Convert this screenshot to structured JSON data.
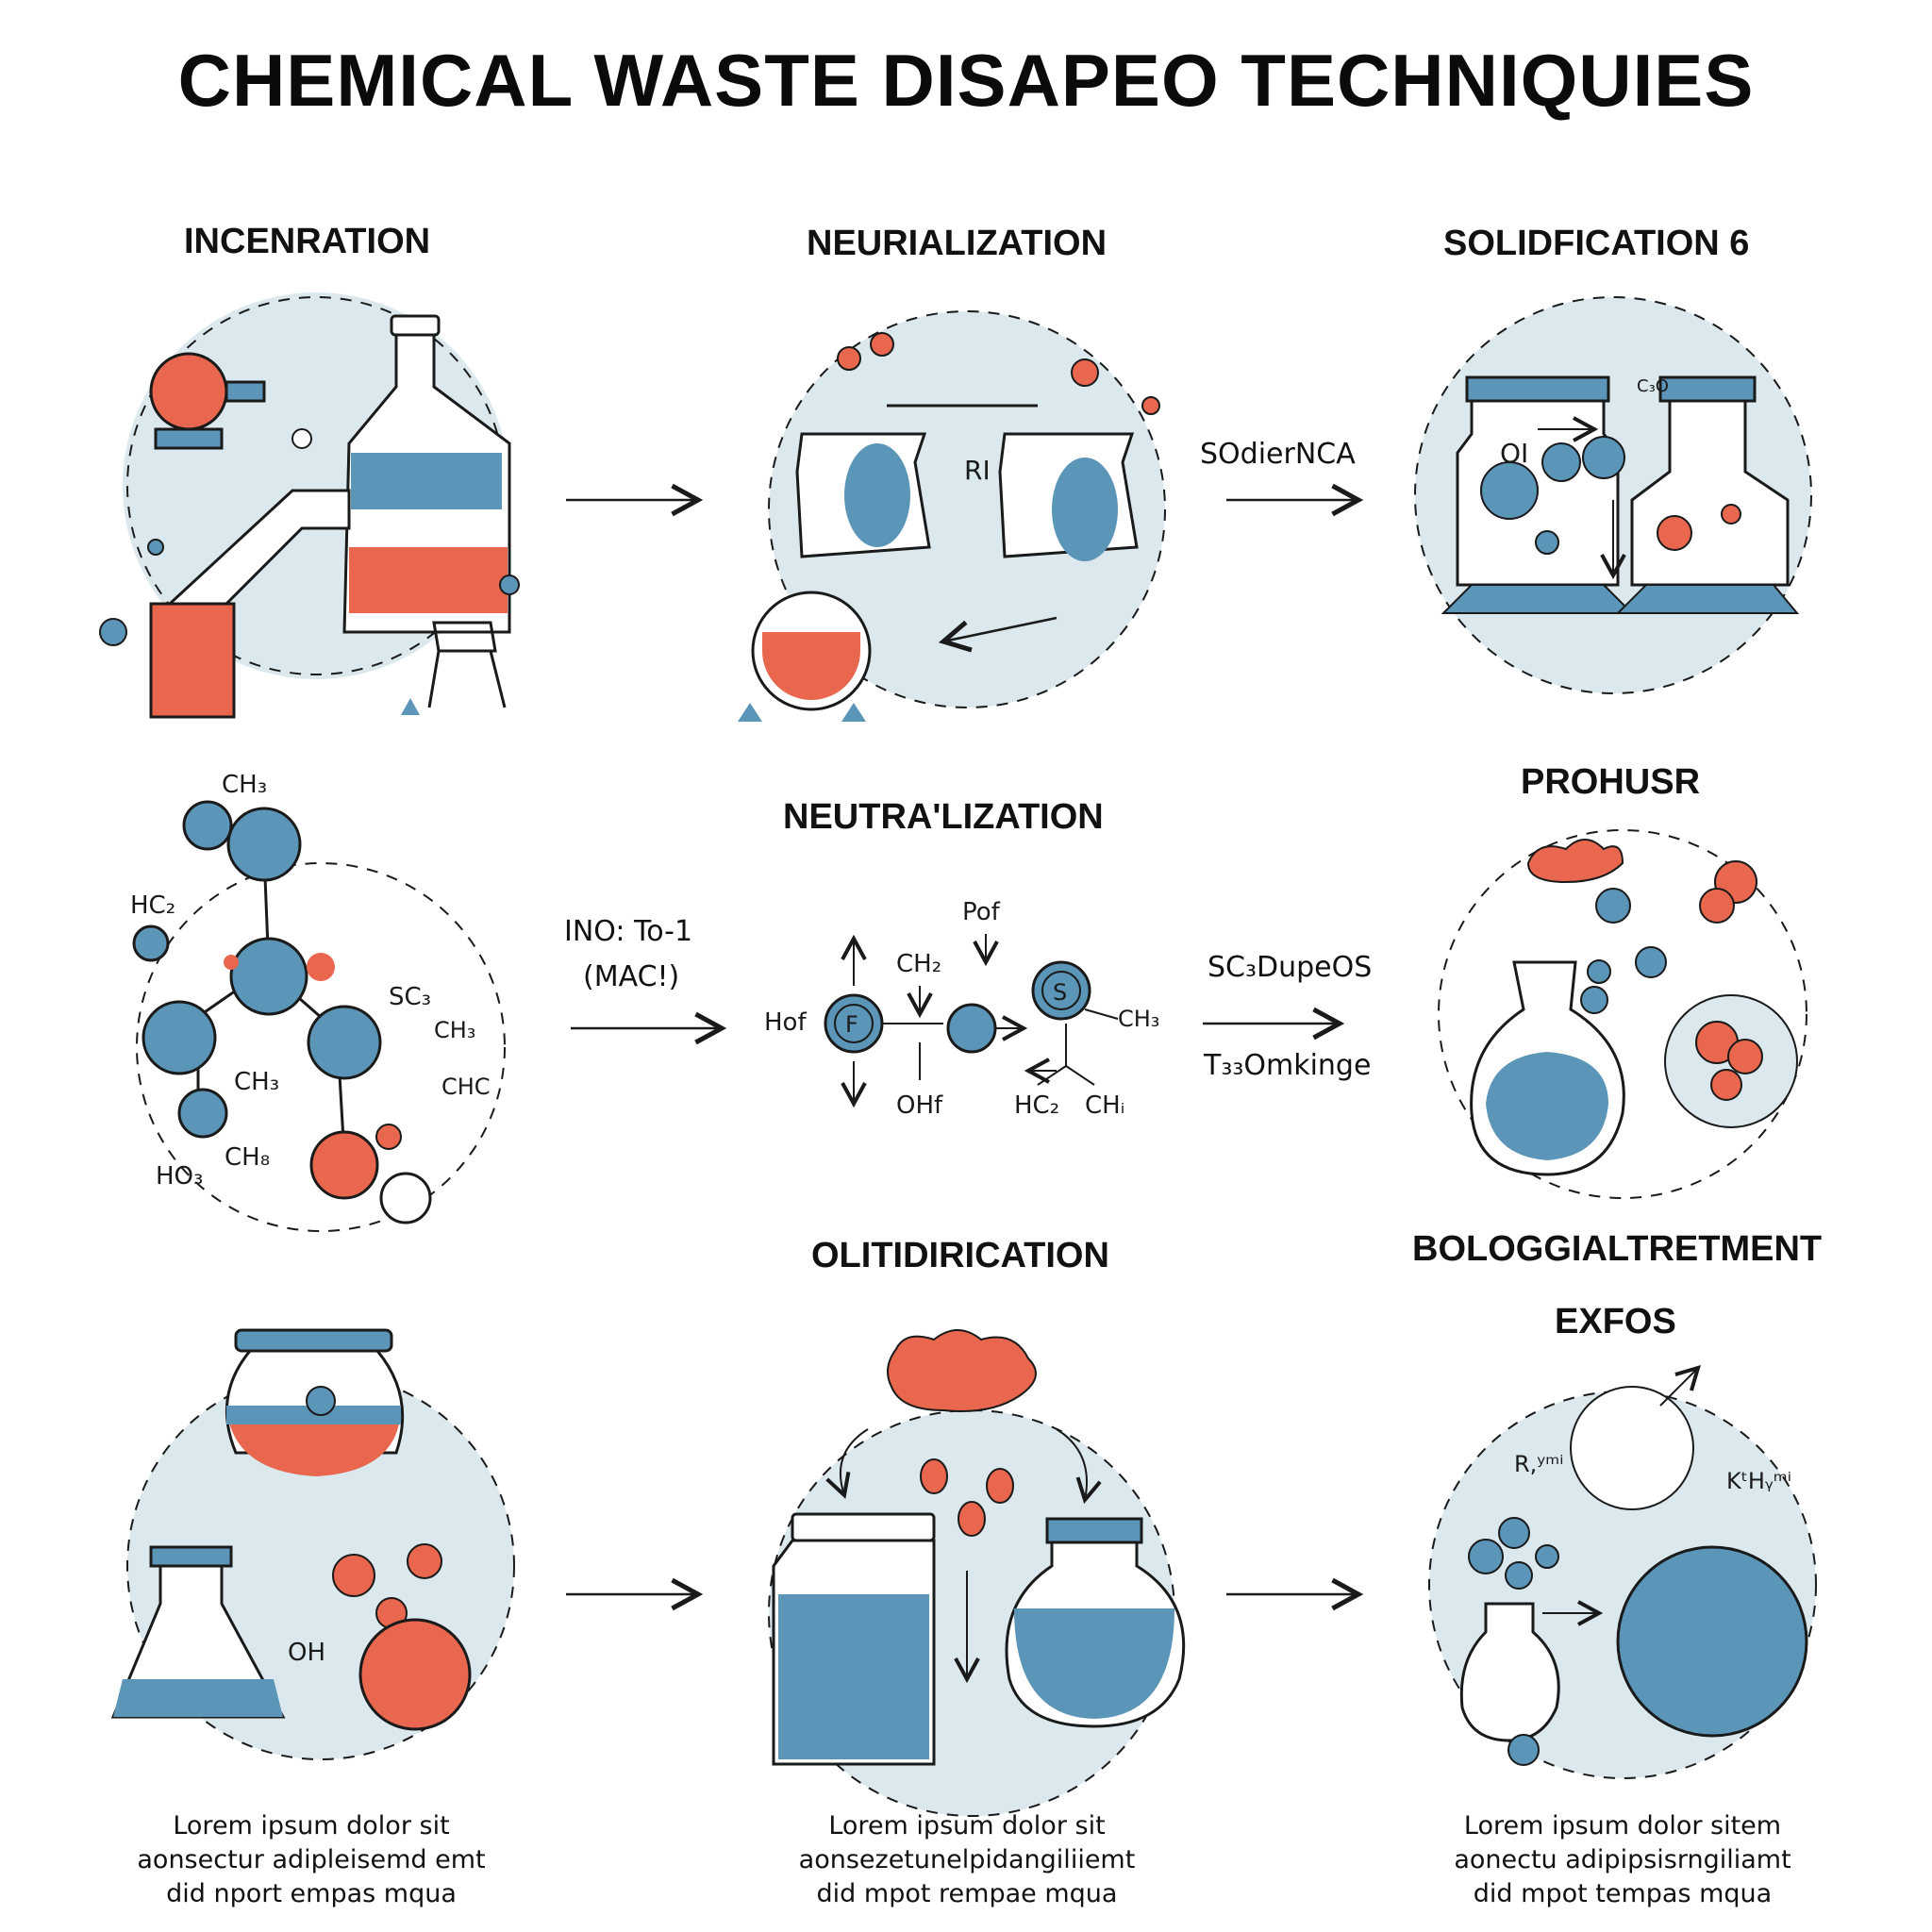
{
  "title": "CHEMICAL WASTE DISAPEO TECHNIQUIES",
  "colors": {
    "accent_blue": "#5b95b8",
    "accent_red": "#e8674e",
    "circle_fill": "#dbe9ee",
    "ink": "#1a1a1a"
  },
  "sections": {
    "incenration": {
      "heading": "INCENRATION"
    },
    "neurialization": {
      "heading": "NEURIALIZATION",
      "center_label": "RI"
    },
    "solidification": {
      "heading": "SOLIDFICATION 6",
      "inner_label": "OI",
      "corner_label": "C₃O"
    },
    "molecule": {
      "labels": [
        "CH₃",
        "HC₂",
        "SC₃",
        "CH₃",
        "CHC",
        "CH₃",
        "CH₈",
        "HO₃"
      ]
    },
    "neutralization": {
      "heading": "NEUTRA'LIZATION",
      "labels": {
        "pof": "Pof",
        "ch2": "CH₂",
        "hof": "Hof",
        "f": "F",
        "s": "S",
        "ch3": "CH₃",
        "ohf": "OHf",
        "hc2": "HC₂",
        "chi": "CHᵢ"
      }
    },
    "prohusr": {
      "heading": "PROHUSR"
    },
    "olitidirication": {
      "heading": "OLITIDIRICATION"
    },
    "biological": {
      "heading": "BOLOGGIALTRETMENT",
      "subheading": "EXFOS",
      "label_left": "R,ʸᵐⁱ",
      "label_right": "KᵗHᵧᵐⁱ"
    },
    "bottom_left": {
      "label": "OH"
    }
  },
  "arrow_labels": {
    "row1": "SOdierNCA",
    "row2_left_line1": "INO: To-1",
    "row2_left_line2": "(MAC!)",
    "row2_right_line1": "SC₃DupeOS",
    "row2_right_line2": "T₃₃Omkinge"
  },
  "captions": [
    {
      "line1": "Lorem ipsum dolor sit",
      "line2": "aonsectur adipleisemd emt",
      "line3": "did nport empas mqua"
    },
    {
      "line1": "Lorem ipsum dolor sit",
      "line2": "aonsezetunelpidangiliiemt",
      "line3": "did mpot rempae mqua"
    },
    {
      "line1": "Lorem ipsum dolor sitem",
      "line2": "aonectu adipipsisrngiliamt",
      "line3": "did mpot tempas mqua"
    }
  ]
}
